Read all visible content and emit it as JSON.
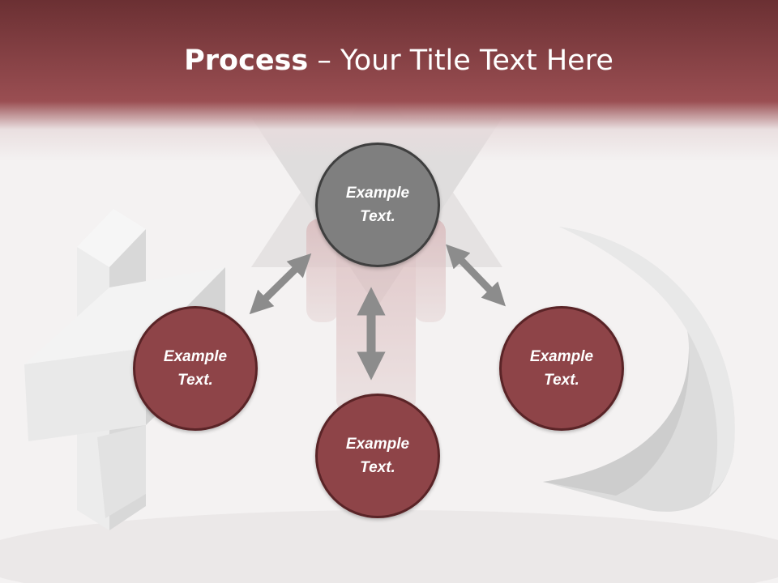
{
  "slide": {
    "title_bold": "Process",
    "title_rest": " – Your Title Text Here"
  },
  "nodes": {
    "top": {
      "line1": "Example",
      "line2": "Text."
    },
    "left": {
      "line1": "Example",
      "line2": "Text."
    },
    "right": {
      "line1": "Example",
      "line2": "Text."
    },
    "bottom": {
      "line1": "Example",
      "line2": "Text."
    }
  },
  "colors": {
    "header": "#9a4e52",
    "node_red": "#8e4448",
    "node_gray": "#7f7f7f",
    "arrow": "#8c8c8c"
  }
}
